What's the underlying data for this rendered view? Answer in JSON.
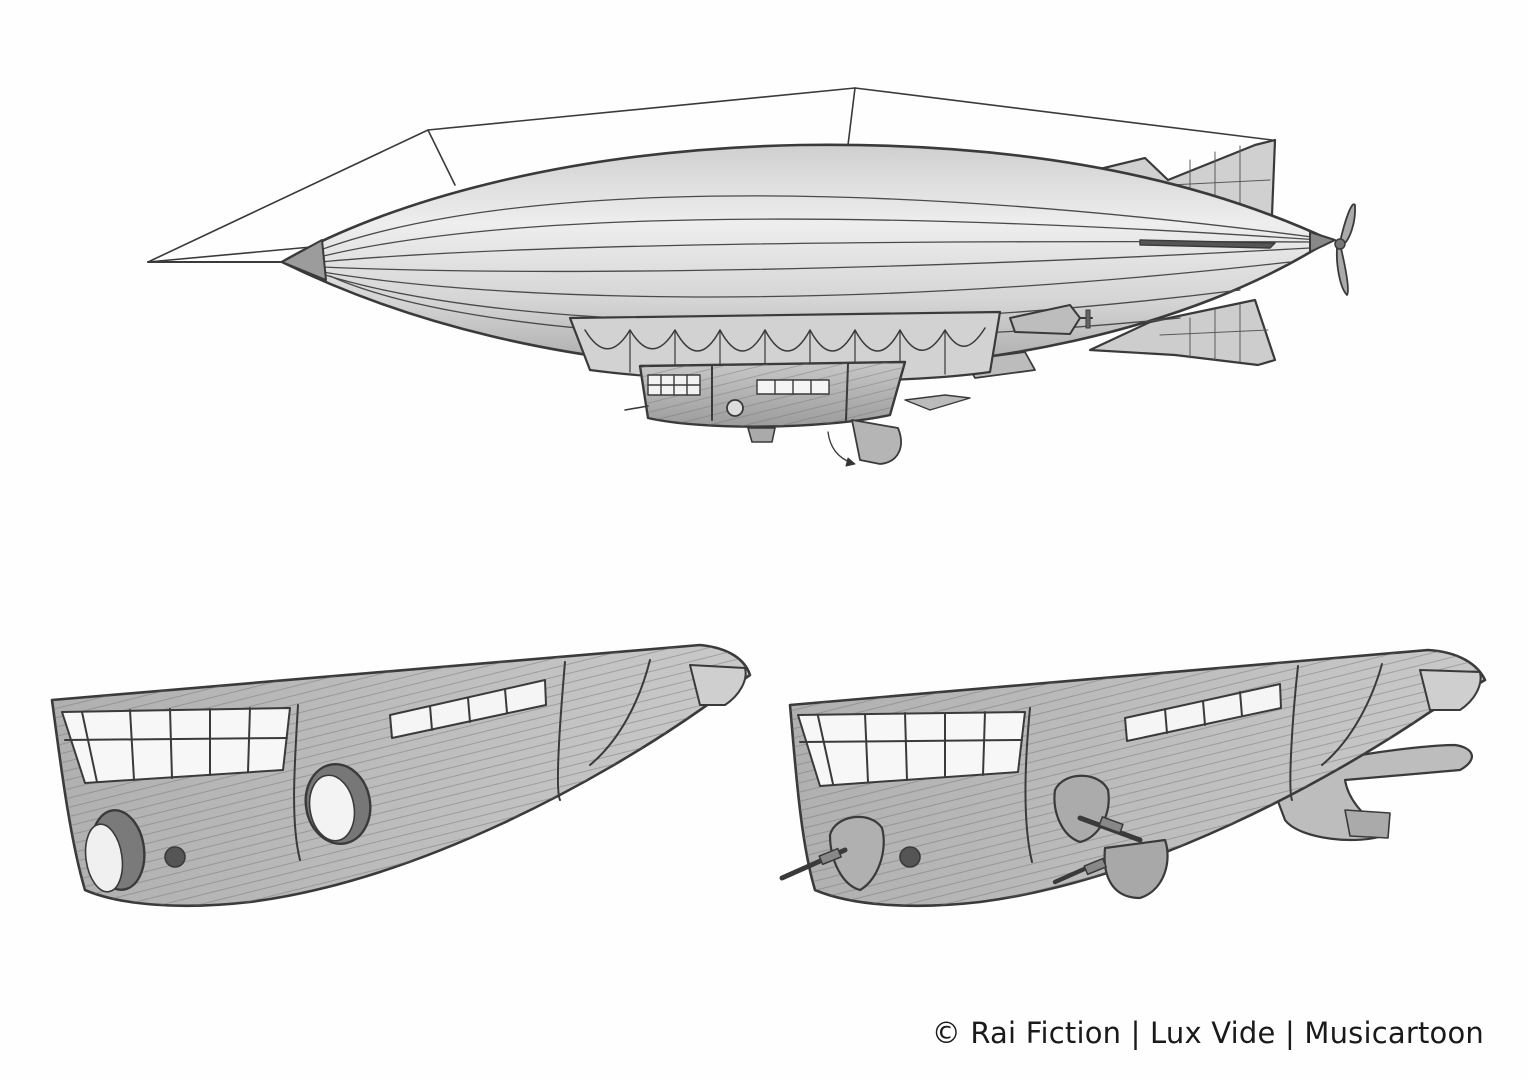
{
  "credit": {
    "text": "© Rai Fiction | Lux Vide | Musicartoon"
  },
  "colors": {
    "paper": "#fefefe",
    "pencil": "#3a3a3a",
    "shade_light": "#d8d8d8",
    "shade_mid": "#b8b8b8",
    "shade_dark": "#9a9a9a"
  },
  "figures": [
    "airship-side-view",
    "gondola-unarmed",
    "gondola-armed"
  ]
}
